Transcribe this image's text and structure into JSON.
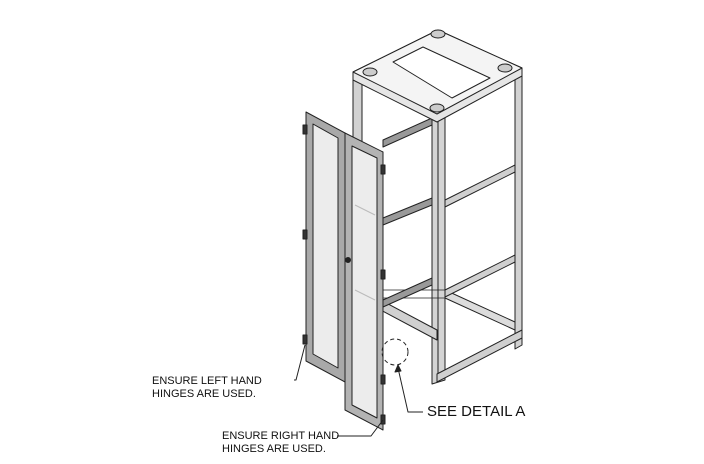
{
  "callouts": {
    "left_hinges": [
      "ENSURE LEFT HAND",
      "HINGES ARE USED."
    ],
    "right_hinges": [
      "ENSURE RIGHT HAND",
      "HINGES ARE USED."
    ],
    "detail": "SEE DETAIL A"
  },
  "colors": {
    "line": "#222222",
    "frame": "#c8c8c8",
    "glass": "#ececec",
    "panel": "#a9a9a9"
  }
}
